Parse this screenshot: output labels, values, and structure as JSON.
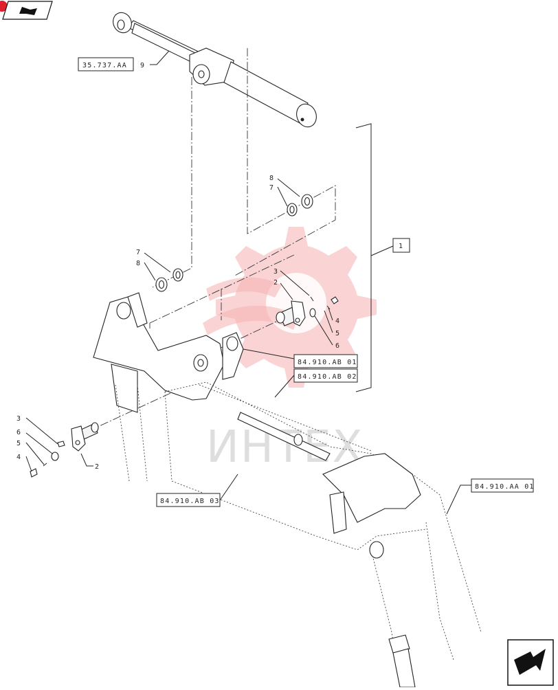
{
  "callouts": {
    "ref_cylinder": "35.737.AA",
    "ref_pin_1": "84.910.AB 01",
    "ref_pin_2": "84.910.AB 02",
    "ref_pin_3": "84.910.AB 03",
    "ref_boom": "84.910.AA 01",
    "assembly_box": "1"
  },
  "item_numbers": {
    "cyl": "9",
    "top_8": "8",
    "top_7": "7",
    "mid_7": "7",
    "mid_8": "8",
    "r_3": "3",
    "r_2": "2",
    "r_4": "4",
    "r_5": "5",
    "r_6": "6",
    "l_3": "3",
    "l_6": "6",
    "l_5": "5",
    "l_4": "4",
    "l_2": "2"
  },
  "watermark": {
    "text": "ИНТЕХ",
    "color": "#f6b0b0"
  },
  "icons": {
    "top_left": "back-arrow-icon",
    "bottom_right": "next-arrow-icon",
    "corner_badge_color": "#e0202a"
  }
}
